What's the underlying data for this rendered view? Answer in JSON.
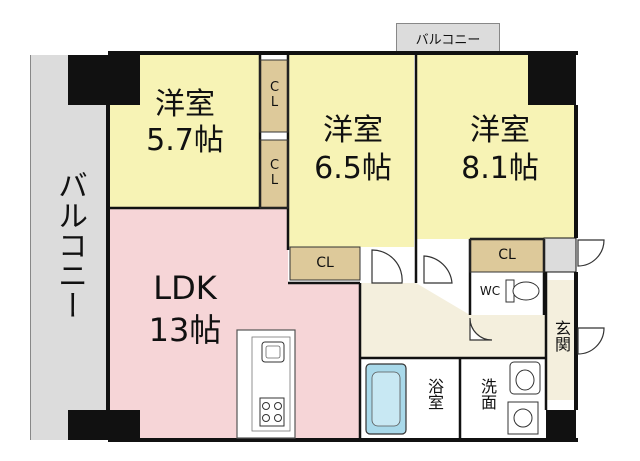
{
  "colors": {
    "western_room": "#f7f3b5",
    "ldk": "#f6d5d7",
    "hall": "#f4efdd",
    "closet": "#ddc99a",
    "wet_area": "#ffffff",
    "fixture_blue": "#a9d9ea",
    "balcony": "#dcdcdc",
    "column": "#111111",
    "wall": "#111111"
  },
  "balconies": {
    "top_label": "バルコニー",
    "left_label": "バルコニー"
  },
  "rooms": {
    "western_1": {
      "name": "洋室",
      "size": "5.7帖"
    },
    "western_2": {
      "name": "洋室",
      "size": "6.5帖"
    },
    "western_3": {
      "name": "洋室",
      "size": "8.1帖"
    },
    "ldk": {
      "name": "LDK",
      "size": "13帖"
    },
    "bath": {
      "name": "浴室"
    },
    "washroom": {
      "name": "洗面"
    },
    "entrance": {
      "name": "玄関"
    },
    "toilet": {
      "name": "WC"
    }
  },
  "closets": {
    "cl_1": "CL",
    "cl_2": "CL",
    "cl_3": "CL",
    "cl_4": "CL"
  },
  "icons": [
    "sink-icon",
    "stove-icon",
    "bathtub-icon",
    "toilet-icon",
    "washbasin-icon",
    "washing-machine-icon",
    "door-swing-icon"
  ]
}
